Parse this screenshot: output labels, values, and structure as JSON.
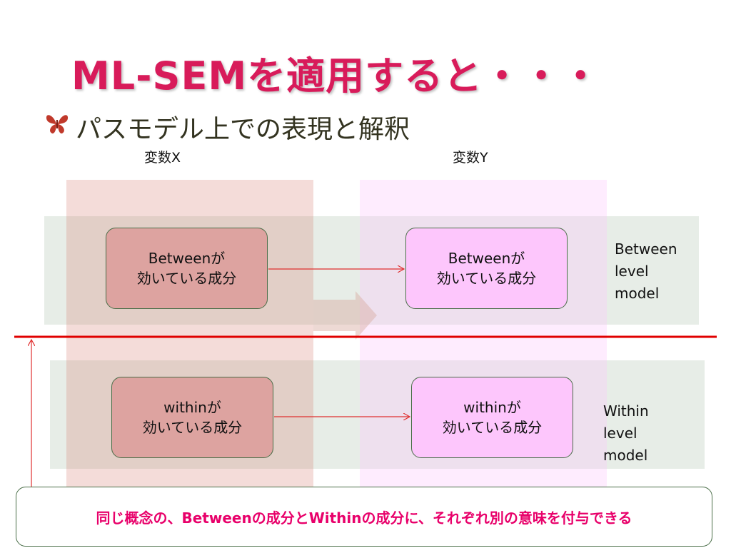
{
  "title": "ML-SEMを適用すると・・・",
  "bullet": {
    "icon": "butterfly-icon",
    "icon_color": "#c0392b",
    "text": "パスモデル上での表現と解釈"
  },
  "diagram": {
    "variable_x_label": "変数X",
    "variable_y_label": "変数Y",
    "between": {
      "x_box": {
        "line1": "Betweenが",
        "line2": "効いている成分"
      },
      "y_box": {
        "line1": "Betweenが",
        "line2": "効いている成分"
      },
      "level_label": {
        "line1": "Between",
        "line2": "level",
        "line3": "model"
      }
    },
    "within": {
      "x_box": {
        "line1": "withinが",
        "line2": "効いている成分"
      },
      "y_box": {
        "line1": "withinが",
        "line2": "効いている成分"
      },
      "level_label": {
        "line1": "Within",
        "line2": "level",
        "line3": "model"
      }
    }
  },
  "note": "同じ概念の、Betweenの成分とWithinの成分に、それぞれ別の意味を付与できる",
  "colors": {
    "title": "#d81b5a",
    "divider": "#e00000",
    "arrow": "#e03030",
    "note_text": "#e8006a",
    "x_column": "#d68278",
    "y_column": "#fcc8fc",
    "band": "#b4c8b4"
  }
}
